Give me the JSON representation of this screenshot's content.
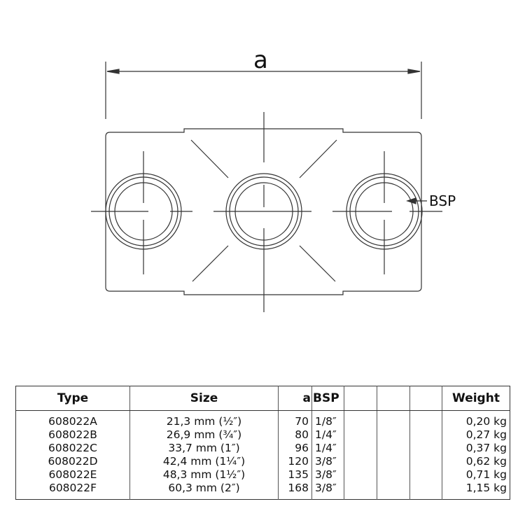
{
  "drawing": {
    "dimension_label": "a",
    "bsp_label": "BSP"
  },
  "table": {
    "headers": [
      "Type",
      "Size",
      "a",
      "BSP",
      "",
      "",
      "",
      "Weight"
    ],
    "rows": [
      [
        "608022A",
        "21,3 mm (½″)",
        "70",
        "1/8″",
        "0,20 kg"
      ],
      [
        "608022B",
        "26,9 mm (¾″)",
        "80",
        "1/4″",
        "0,27 kg"
      ],
      [
        "608022C",
        "33,7 mm (1″)",
        "96",
        "1/4″",
        "0,37 kg"
      ],
      [
        "608022D",
        "42,4 mm (1¼″)",
        "120",
        "3/8″",
        "0,62 kg"
      ],
      [
        "608022E",
        "48,3 mm (1½″)",
        "135",
        "3/8″",
        "0,71 kg"
      ],
      [
        "608022F",
        "60,3 mm (2″)",
        "168",
        "3/8″",
        "1,15 kg"
      ]
    ]
  }
}
